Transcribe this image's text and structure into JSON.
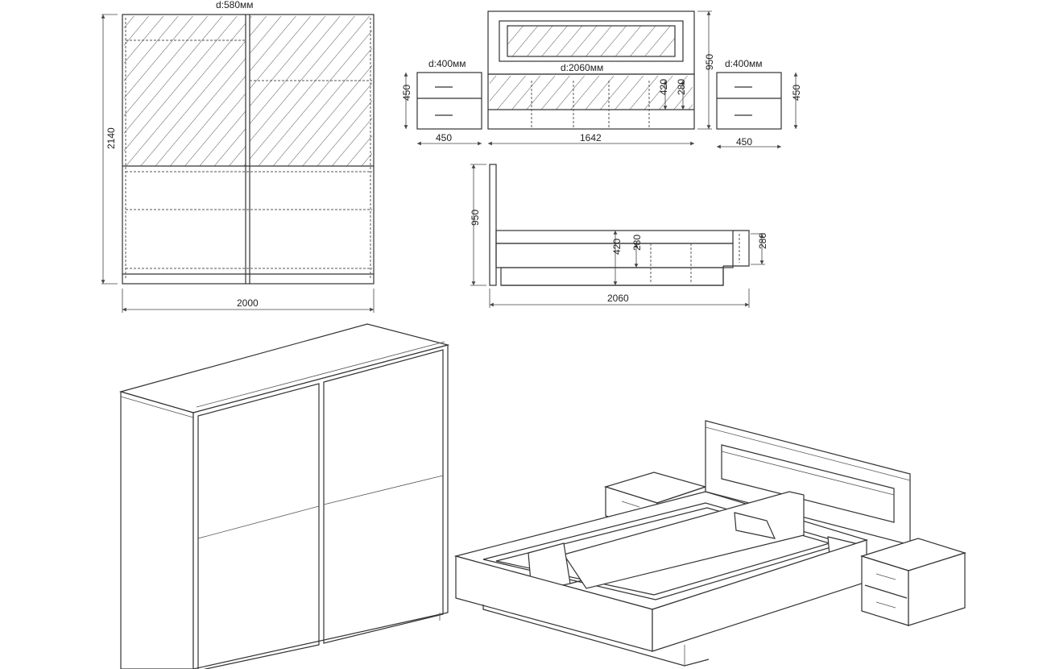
{
  "wardrobe_front": {
    "depth_label": "d:580мм",
    "height": "2140",
    "width": "2000"
  },
  "nightstand_left": {
    "depth_label": "d:400мм",
    "height": "450",
    "width": "450"
  },
  "bed_front": {
    "depth_label": "d:2060мм",
    "height": "950",
    "width": "1642",
    "frame_height": "420",
    "drawer_height": "280"
  },
  "nightstand_right": {
    "depth_label": "d:400мм",
    "height": "450",
    "width": "450"
  },
  "bed_side": {
    "height": "950",
    "length": "2060",
    "frame_height": "420",
    "drawer_height": "280",
    "drawer_height_pulled": "280"
  },
  "colors": {
    "line": "#333333",
    "hatch": "#555555",
    "background": "#ffffff"
  }
}
